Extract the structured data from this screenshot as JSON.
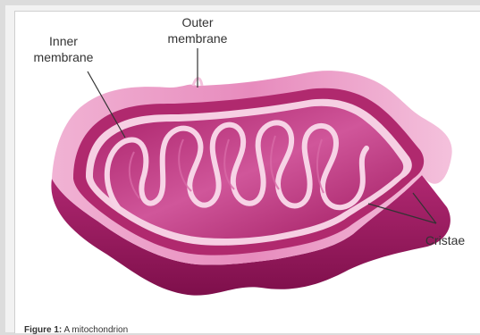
{
  "labels": {
    "outer_line1": "Outer",
    "outer_line2": "membrane",
    "inner_line1": "Inner",
    "inner_line2": "membrane",
    "cristae": "Cristae"
  },
  "caption": {
    "prefix": "Figure 1:",
    "text": "A mitochondrion"
  },
  "colors": {
    "outer_shell": "#c2327e",
    "outer_dark": "#8d1757",
    "outer_light": "#eaa0c8",
    "membrane_edge": "#f7d3e6",
    "matrix": "#b82a74",
    "matrix_light": "#d865a3"
  }
}
